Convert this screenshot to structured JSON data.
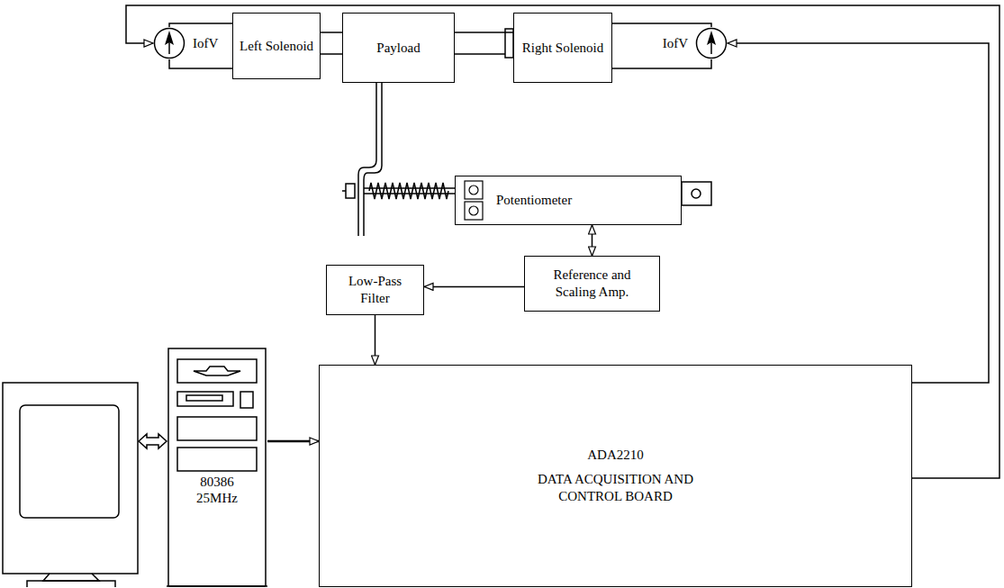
{
  "diagram": {
    "nodes": [
      {
        "text": [
          "IofV"
        ]
      },
      {
        "text": [
          "Left Solenoid"
        ]
      },
      {
        "text": [
          "Payload"
        ]
      },
      {
        "text": [
          "Right Solenoid"
        ]
      },
      {
        "text": [
          "IofV"
        ]
      },
      {
        "text": [
          "Potentiometer"
        ]
      },
      {
        "text": [
          "Reference and Scaling Amp."
        ]
      },
      {
        "text": [
          "Low-Pass Filter"
        ]
      },
      {
        "text": [
          "80386 25MHz"
        ]
      },
      {
        "text": [
          "ADA2210",
          "DATA ACQUISITION AND CONTROL BOARD"
        ]
      }
    ],
    "edges": [
      {
        "from": 0,
        "to": 1,
        "arrow": "none"
      },
      {
        "from": 1,
        "to": 2,
        "arrow": "none"
      },
      {
        "from": 2,
        "to": 3,
        "arrow": "none"
      },
      {
        "from": 3,
        "to": 4,
        "arrow": "none"
      },
      {
        "from": 5,
        "to": 6,
        "arrow": "both"
      },
      {
        "from": 6,
        "to": 7,
        "arrow": "to"
      },
      {
        "from": 7,
        "to": 9,
        "arrow": "to"
      },
      {
        "from": 8,
        "to": 9,
        "arrow": "to"
      },
      {
        "from": 9,
        "to": 4,
        "arrow": "to"
      },
      {
        "from": 9,
        "to": 0,
        "arrow": "to"
      }
    ]
  }
}
